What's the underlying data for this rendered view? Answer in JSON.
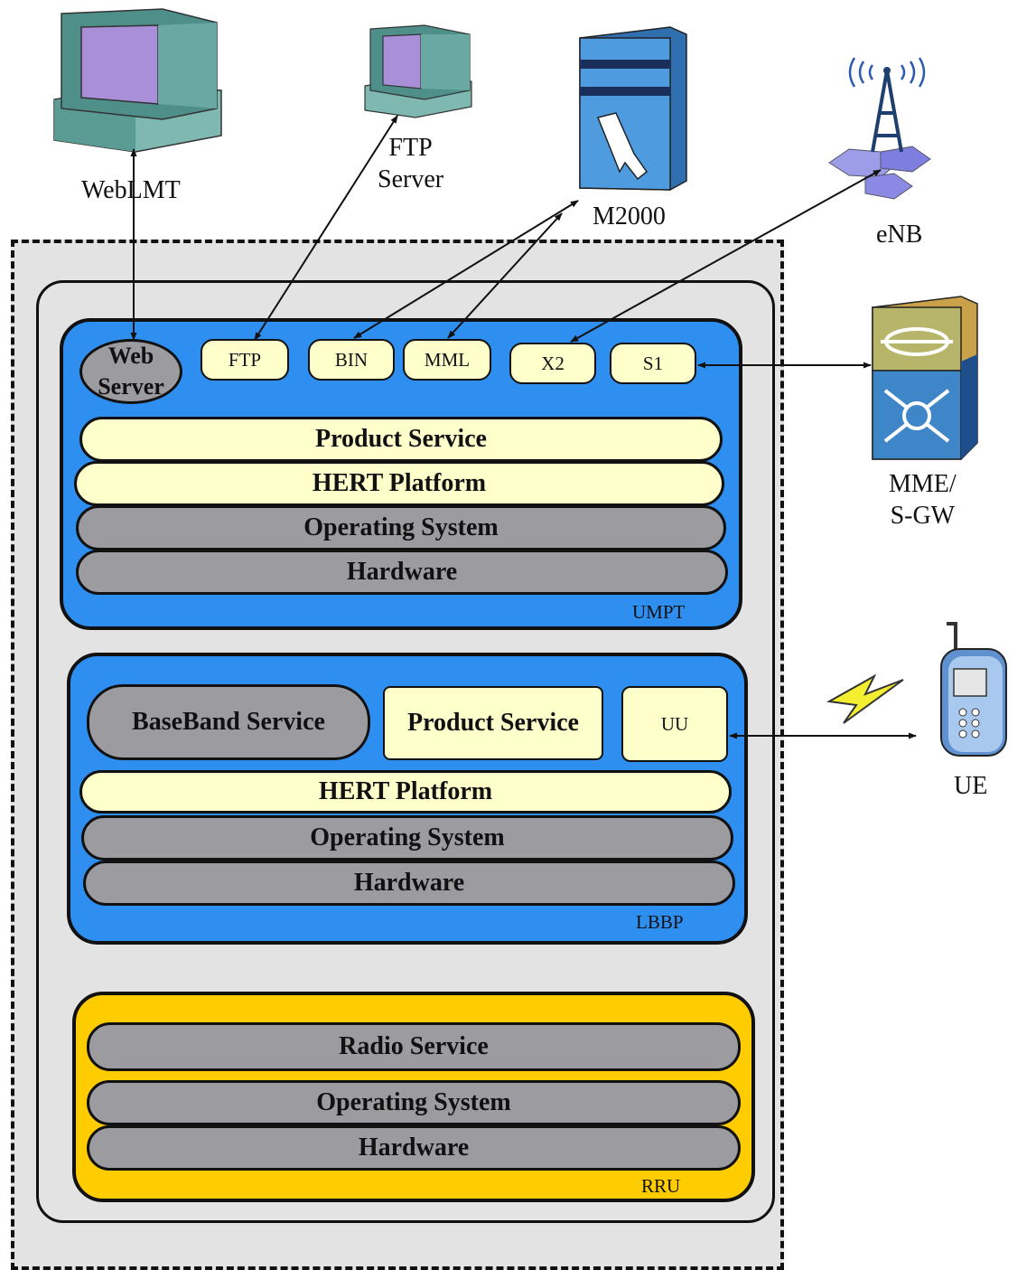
{
  "devices": {
    "weblmt": "WebLMT",
    "ftp_server_line1": "FTP",
    "ftp_server_line2": "Server",
    "m2000": "M2000",
    "enb": "eNB",
    "mme_line1": "MME/",
    "mme_line2": "S-GW",
    "ue": "UE"
  },
  "umpt": {
    "label": "UMPT",
    "web_server_line1": "Web",
    "web_server_line2": "Server",
    "interfaces": [
      "FTP",
      "BIN",
      "MML",
      "X2",
      "S1"
    ],
    "layers": [
      "Product Service",
      "HERT Platform",
      "Operating System",
      "Hardware"
    ]
  },
  "lbbp": {
    "label": "LBBP",
    "baseband_service": "BaseBand Service",
    "product_service": "Product Service",
    "uu": "UU",
    "layers": [
      "HERT Platform",
      "Operating System",
      "Hardware"
    ]
  },
  "rru": {
    "label": "RRU",
    "layers": [
      "Radio Service",
      "Operating System",
      "Hardware"
    ]
  },
  "colors": {
    "board_blue": "#2e8ff0",
    "rru_yellow": "#ffcc00",
    "cream": "#ffffcc",
    "grey_layer": "#9b9ba0",
    "frame_grey": "#e3e3e3"
  }
}
